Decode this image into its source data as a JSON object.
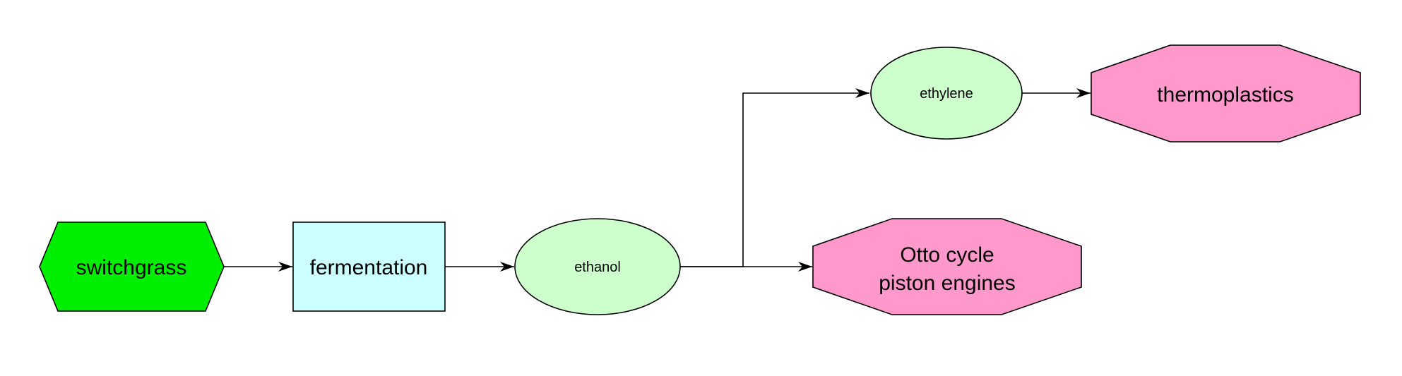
{
  "diagram": {
    "nodes": {
      "switchgrass": {
        "lines": [
          "switchgrass"
        ],
        "shape": "hexagon",
        "fill": "#00ee00"
      },
      "fermentation": {
        "lines": [
          "fermentation"
        ],
        "shape": "rectangle",
        "fill": "#ccffff"
      },
      "ethanol": {
        "lines": [
          "ethanol"
        ],
        "shape": "ellipse",
        "fill": "#ccffcc"
      },
      "ethylene": {
        "lines": [
          "ethylene"
        ],
        "shape": "ellipse",
        "fill": "#ccffcc"
      },
      "thermoplastics": {
        "lines": [
          "thermoplastics"
        ],
        "shape": "octagon",
        "fill": "#ff99cc"
      },
      "otto": {
        "lines": [
          "Otto cycle",
          "piston engines"
        ],
        "shape": "octagon",
        "fill": "#ff99cc"
      }
    },
    "edges": [
      {
        "from": "switchgrass",
        "to": "fermentation"
      },
      {
        "from": "fermentation",
        "to": "ethanol"
      },
      {
        "from": "ethanol",
        "to": "ethylene"
      },
      {
        "from": "ethanol",
        "to": "otto"
      },
      {
        "from": "ethylene",
        "to": "thermoplastics"
      }
    ]
  }
}
